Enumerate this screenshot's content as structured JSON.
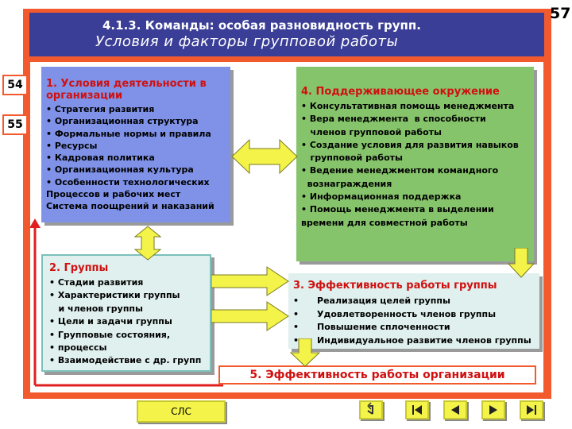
{
  "page_number": "57",
  "title": {
    "line1": "4.1.3. Команды: особая разновидность групп.",
    "line2": "Условия и факторы групповой работы"
  },
  "refs": [
    "54",
    "55"
  ],
  "box1": {
    "title_line1": "1. Условия деятельности в",
    "title_line2": "организации",
    "items": [
      "• Стратегия развития",
      "• Организационная структура",
      "• Формальные нормы и правила",
      "• Ресурсы",
      "• Кадровая политика",
      "• Организационная культура",
      "• Особенности технологических",
      "Процессов и рабочих мест",
      "Система поощрений и наказаний"
    ]
  },
  "box4": {
    "title": "4. Поддерживающее окружение",
    "items": [
      "• Консультативная помощь менеджмента",
      "• Вера менеджмента  в способности",
      "   членов групповой работы",
      "• Создание условия для развития навыков",
      "   групповой работы",
      "• Ведение менеджментом командного",
      "  вознаграждения",
      "• Информационная поддержка",
      "• Помощь менеджмента в выделении",
      "времени для совместной работы"
    ]
  },
  "box2": {
    "title": "2. Группы",
    "items": [
      "• Стадии развития",
      "• Характеристики группы",
      "   и членов группы",
      "• Цели и задачи группы",
      "• Групповые состояния,",
      "• процессы",
      "• Взаимодействие с др. групп"
    ]
  },
  "box3": {
    "title": "3. Эффективность работы группы",
    "items": [
      "•      Реализация целей группы",
      "•      Удовлетворенность членов группы",
      "•      Повышение сплоченности",
      "•      Индивидуальное развитие членов группы"
    ]
  },
  "box5": {
    "title": "5. Эффективность работы организации"
  },
  "nav": {
    "slc_label": "СЛС",
    "buttons": [
      "return-icon",
      "first-icon",
      "previous-icon",
      "next-icon",
      "last-icon"
    ]
  },
  "colors": {
    "frame": "#f25a2e",
    "title_bar": "#3a3e97",
    "box1": "#7f92e8",
    "box4": "#86c46b",
    "box2_3": "#dff0ee",
    "nav_button": "#f3f34a",
    "arrow_fill": "#f3f34a",
    "title_text_red": "#d01010"
  }
}
